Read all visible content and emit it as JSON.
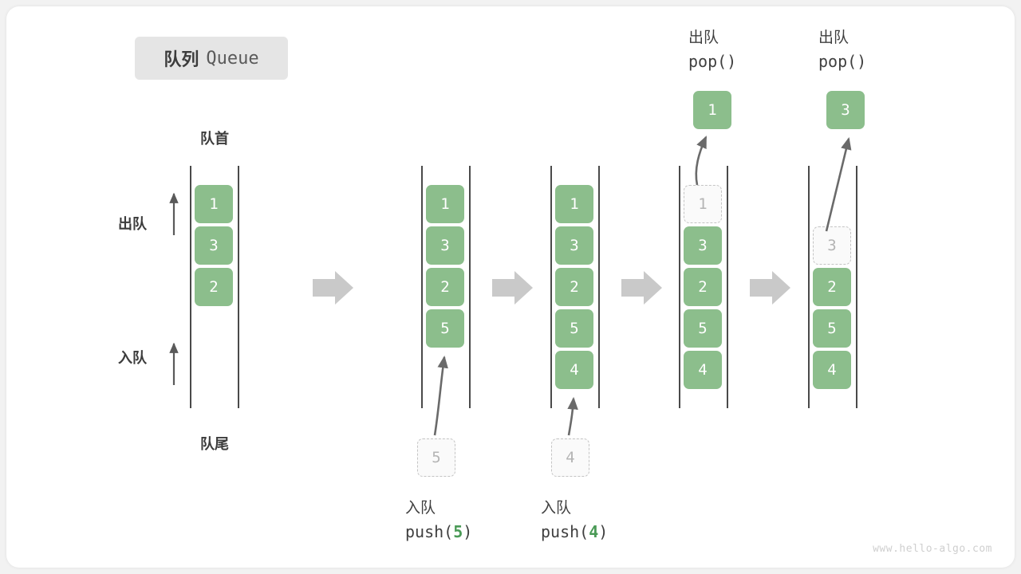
{
  "title": {
    "cn": "队列",
    "en": "Queue"
  },
  "labels": {
    "head": "队首",
    "tail": "队尾",
    "dequeue_side": "出队",
    "enqueue_side": "入队"
  },
  "watermark": "www.hello-algo.com",
  "colors": {
    "item_fill": "#8cbe8c",
    "item_text": "#ffffff",
    "ghost_fill": "#fafafa",
    "ghost_border": "#c4c4c4",
    "ghost_text": "#b4b4b4",
    "rail": "#4a4a4a",
    "arrow": "#c9c9c9",
    "badge_bg": "#e5e5e5",
    "accent_green": "#4a9a56",
    "card_bg": "#ffffff",
    "page_bg": "#f2f2f2"
  },
  "columns": [
    {
      "id": "state-initial",
      "items": [
        "1",
        "3",
        "2"
      ],
      "ghost_top": null,
      "ghost_bottom": null,
      "caption_cn": null,
      "caption_code": null,
      "pop_label_cn": null,
      "pop_label_code": null,
      "pop_value": null
    },
    {
      "id": "state-after-push-5",
      "items": [
        "1",
        "3",
        "2",
        "5"
      ],
      "ghost_top": null,
      "ghost_bottom": "5",
      "caption_cn": "入队",
      "caption_code_prefix": "push(",
      "caption_code_value": "5",
      "caption_code_suffix": ")",
      "pop_label_cn": null,
      "pop_label_code": null,
      "pop_value": null
    },
    {
      "id": "state-after-push-4",
      "items": [
        "1",
        "3",
        "2",
        "5",
        "4"
      ],
      "ghost_top": null,
      "ghost_bottom": "4",
      "caption_cn": "入队",
      "caption_code_prefix": "push(",
      "caption_code_value": "4",
      "caption_code_suffix": ")",
      "pop_label_cn": null,
      "pop_label_code": null,
      "pop_value": null
    },
    {
      "id": "state-after-pop-1",
      "items": [
        "3",
        "2",
        "5",
        "4"
      ],
      "ghost_top": "1",
      "ghost_bottom": null,
      "caption_cn": null,
      "caption_code": null,
      "pop_label_cn": "出队",
      "pop_label_code": "pop()",
      "pop_value": "1"
    },
    {
      "id": "state-after-pop-3",
      "items": [
        "2",
        "5",
        "4"
      ],
      "ghost_top": "3",
      "ghost_bottom": null,
      "caption_cn": null,
      "caption_code": null,
      "pop_label_cn": "出队",
      "pop_label_code": "pop()",
      "pop_value": "3"
    }
  ]
}
